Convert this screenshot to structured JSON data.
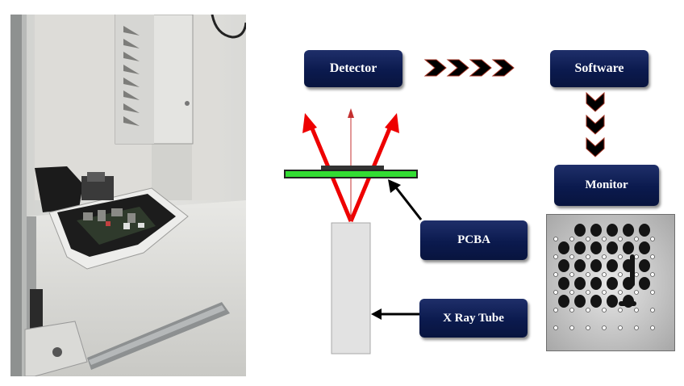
{
  "labels": {
    "detector": "Detector",
    "software": "Software",
    "monitor": "Monitor",
    "pcba": "PCBA",
    "xray_tube": "X Ray Tube"
  },
  "colors": {
    "box_fill": "#0b1a4e",
    "beam": "#ee0000",
    "center_beam": "#c43030",
    "board": "#33dd33",
    "flow_chevron": "#000000",
    "chevron_outline": "#a03020"
  },
  "icons": {
    "flow_arrow": "chevron-right-icon",
    "flow_arrow_down": "chevron-down-icon"
  }
}
